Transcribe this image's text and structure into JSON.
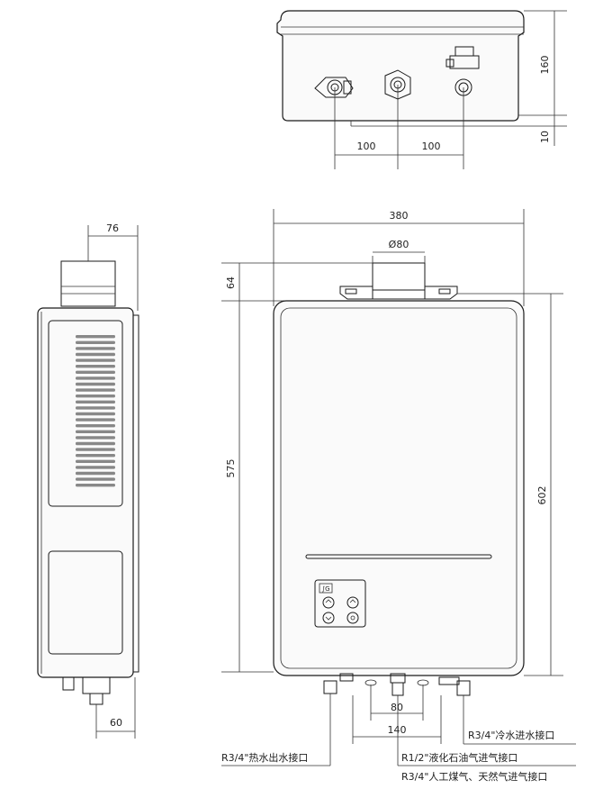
{
  "dimensions": {
    "top_depth": "160",
    "top_offset": "10",
    "top_spacing_left": "100",
    "top_spacing_right": "100",
    "front_width": "380",
    "flue_diameter": "Ø80",
    "flue_height": "64",
    "front_height_inner": "575",
    "front_height_total": "602",
    "bottom_center_spacing": "80",
    "bottom_outer_spacing": "140",
    "side_flue_offset": "76",
    "side_fitting_offset": "60"
  },
  "labels": {
    "cold_water_inlet": "R3/4\"冷水进水接口",
    "hot_water_outlet": "R3/4\"热水出水接口",
    "lpg_inlet": "R1/2\"液化石油气进气接口",
    "natural_gas_inlet": "R3/4\"人工煤气、天然气进气接口"
  },
  "panel": {
    "logo": "∫G"
  }
}
